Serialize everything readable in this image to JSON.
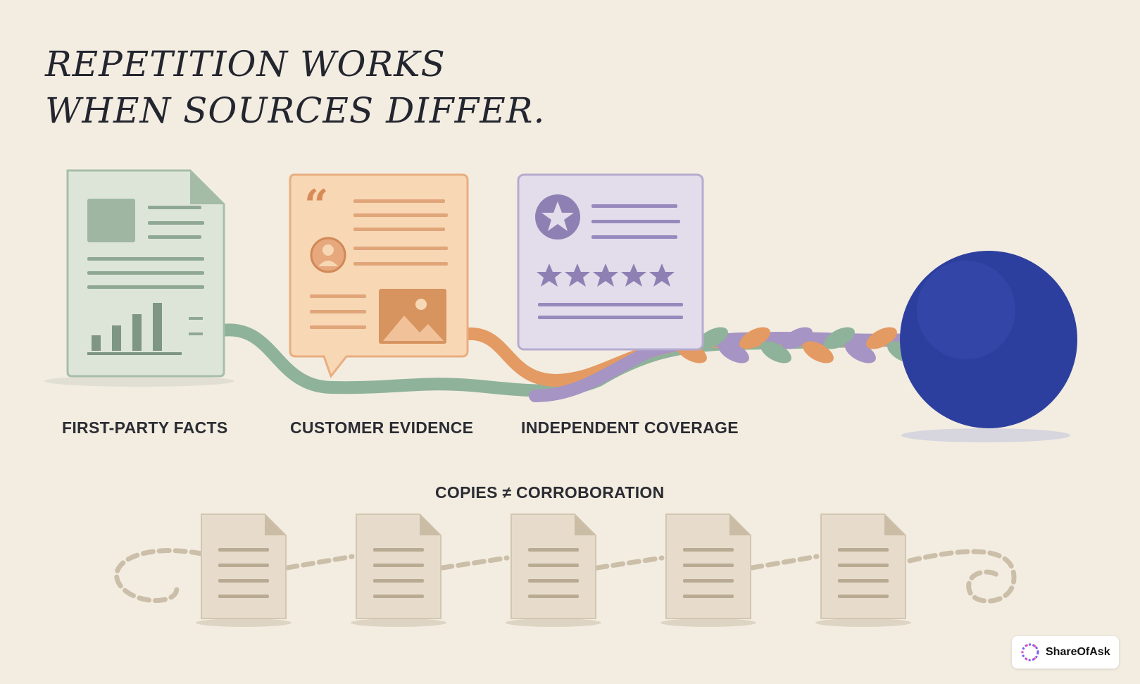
{
  "title": {
    "line1": "REPETITION WORKS",
    "line2": "WHEN SOURCES DIFFER."
  },
  "sources": [
    {
      "label": "FIRST-PARTY FACTS",
      "color": "#8fb29a"
    },
    {
      "label": "CUSTOMER EVIDENCE",
      "color": "#e49a63"
    },
    {
      "label": "INDEPENDENT COVERAGE",
      "color": "#a594c4"
    }
  ],
  "target_color": "#2d3f9e",
  "copies_label": "COPIES ≠ CORROBORATION",
  "copies_count": 5,
  "brand": {
    "name": "ShareOfAsk"
  }
}
